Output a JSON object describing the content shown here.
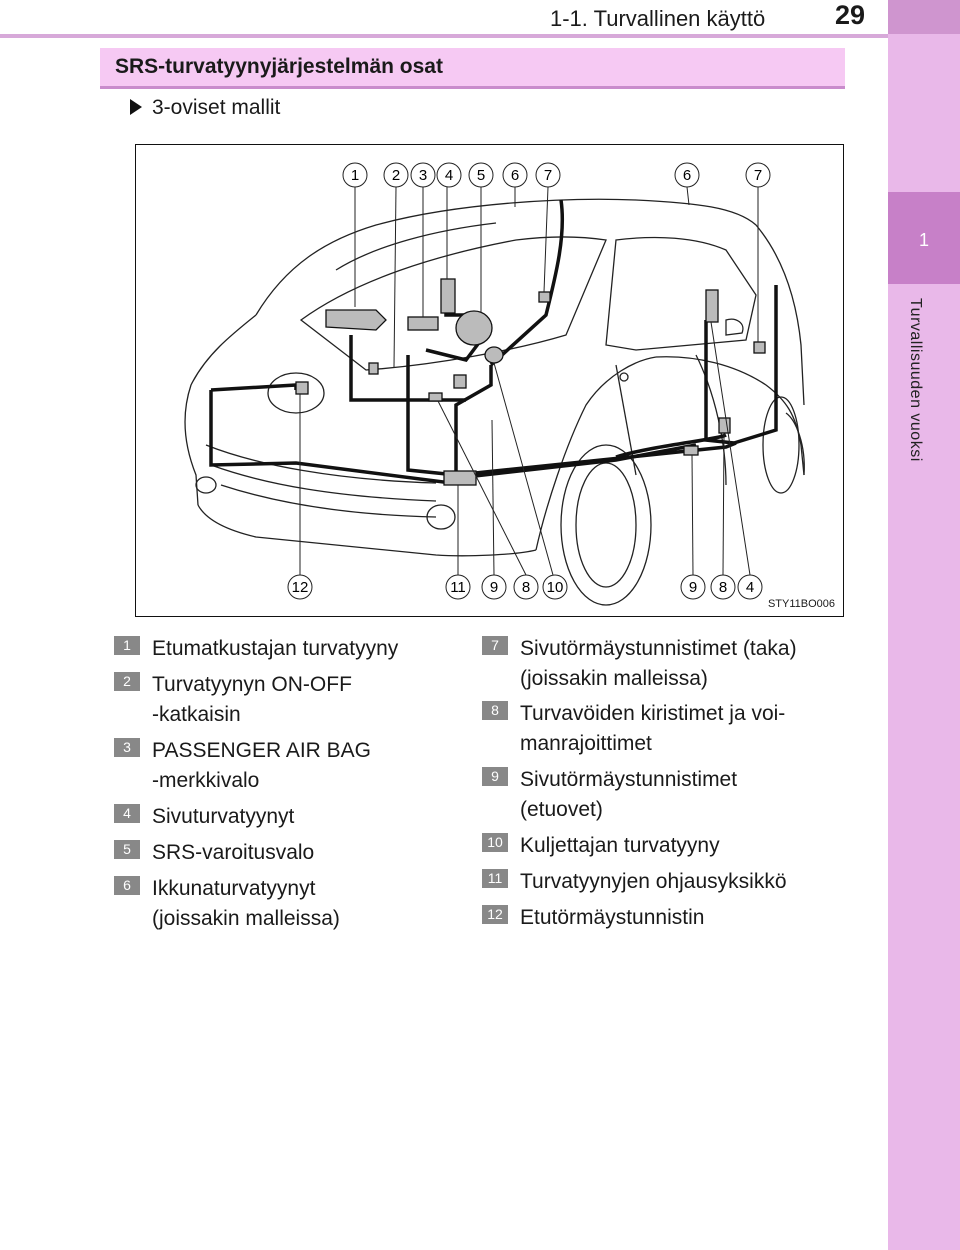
{
  "header": {
    "section_title": "1-1. Turvallinen käyttö",
    "page_number": "29"
  },
  "side_tab": {
    "chapter_number": "1",
    "chapter_label": "Turvallisuuden vuoksi"
  },
  "section": {
    "title": "SRS-turvatyynyjärjestelmän osat",
    "subheading": "3-oviset mallit"
  },
  "diagram": {
    "image_code": "STY11BO006",
    "top_callouts": [
      "1",
      "2",
      "3",
      "4",
      "5",
      "6",
      "7",
      "6",
      "7"
    ],
    "bottom_callouts": [
      "12",
      "11",
      "9",
      "8",
      "10",
      "9",
      "8",
      "4"
    ]
  },
  "legend": [
    {
      "num": "1",
      "lines": [
        "Etumatkustajan turvatyyny"
      ]
    },
    {
      "num": "2",
      "lines": [
        "Turvatyynyn ON-OFF",
        "-katkaisin"
      ]
    },
    {
      "num": "3",
      "lines": [
        "PASSENGER AIR BAG",
        "-merkkivalo"
      ]
    },
    {
      "num": "4",
      "lines": [
        "Sivuturvatyynyt"
      ]
    },
    {
      "num": "5",
      "lines": [
        "SRS-varoitusvalo"
      ]
    },
    {
      "num": "6",
      "lines": [
        "Ikkunaturvatyynyt",
        "(joissakin malleissa)"
      ]
    },
    {
      "num": "7",
      "lines": [
        "Sivutörmäystunnistimet (taka)",
        "(joissakin malleissa)"
      ]
    },
    {
      "num": "8",
      "lines": [
        "Turvavöiden kiristimet ja voi-",
        "manrajoittimet"
      ]
    },
    {
      "num": "9",
      "lines": [
        "Sivutörmäystunnistimet",
        "(etuovet)"
      ]
    },
    {
      "num": "10",
      "lines": [
        "Kuljettajan turvatyyny"
      ]
    },
    {
      "num": "11",
      "lines": [
        "Turvatyynyjen ohjausyksikkö"
      ]
    },
    {
      "num": "12",
      "lines": [
        "Etutörmäystunnistin"
      ]
    }
  ]
}
